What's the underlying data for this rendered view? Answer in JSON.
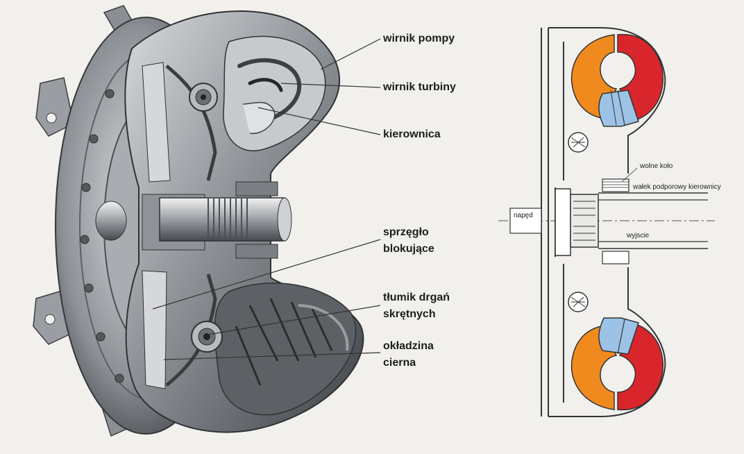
{
  "labels": {
    "pump_impeller": "wirnik pompy",
    "turbine_wheel": "wirnik turbiny",
    "stator": "kierownica",
    "lockup_clutch_line1": "sprzęgło",
    "lockup_clutch_line2": "blokujące",
    "damper_line1": "tłumik drgań",
    "damper_line2": "skrętnych",
    "friction_lining_line1": "okładzina",
    "friction_lining_line2": "cierna"
  },
  "schematic_labels": {
    "freewheel": "wolne koło",
    "stator_shaft": "wałek podporowy kierownicy",
    "drive": "napęd",
    "output": "wyjscie"
  },
  "colors": {
    "pump": "#d9262c",
    "turbine": "#f08a1e",
    "stator": "#9cc3e6",
    "metal_dark": "#4a4d52",
    "metal_light": "#b9bcc0",
    "line": "#333333",
    "background": "#f1f0ec"
  }
}
